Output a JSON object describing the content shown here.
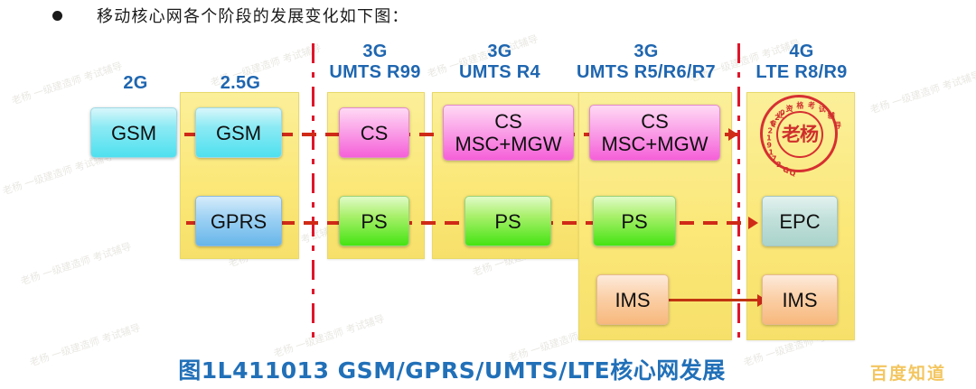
{
  "page": {
    "bullet_text": "移动核心网各个阶段的发展变化如下图：",
    "bullet_marker": "bullet-dot"
  },
  "figure": {
    "caption": "图1L411013 GSM/GPRS/UMTS/LTE核心网发展",
    "watermark_brand": "百度知道",
    "watermark_tile": "老杨 一级建造师 考试辅导",
    "columns": [
      {
        "key": "2g",
        "header_line1": "",
        "header_line2": "2G",
        "has_panel": false,
        "boxes": [
          {
            "key": "gsm",
            "label": "GSM",
            "sub": "",
            "color": "cyan"
          }
        ]
      },
      {
        "key": "2_5g",
        "header_line1": "",
        "header_line2": "2.5G",
        "has_panel": true,
        "boxes": [
          {
            "key": "gsm",
            "label": "GSM",
            "sub": "",
            "color": "cyan"
          },
          {
            "key": "gprs",
            "label": "GPRS",
            "sub": "",
            "color": "blue"
          }
        ]
      },
      {
        "key": "3g_r99",
        "header_line1": "3G",
        "header_line2": "UMTS R99",
        "has_panel": true,
        "boxes": [
          {
            "key": "cs",
            "label": "CS",
            "sub": "",
            "color": "pink"
          },
          {
            "key": "ps",
            "label": "PS",
            "sub": "",
            "color": "green"
          }
        ]
      },
      {
        "key": "3g_r4",
        "header_line1": "3G",
        "header_line2": "UMTS R4",
        "has_panel": true,
        "boxes": [
          {
            "key": "cs",
            "label": "CS",
            "sub": "MSC+MGW",
            "color": "pink"
          },
          {
            "key": "ps",
            "label": "PS",
            "sub": "",
            "color": "green"
          }
        ]
      },
      {
        "key": "3g_r567",
        "header_line1": "3G",
        "header_line2": "UMTS R5/R6/R7",
        "has_panel": true,
        "boxes": [
          {
            "key": "cs",
            "label": "CS",
            "sub": "MSC+MGW",
            "color": "pink"
          },
          {
            "key": "ps",
            "label": "PS",
            "sub": "",
            "color": "green"
          },
          {
            "key": "ims",
            "label": "IMS",
            "sub": "",
            "color": "orange"
          }
        ]
      },
      {
        "key": "4g",
        "header_line1": "4G",
        "header_line2": "LTE R8/R9",
        "has_panel": true,
        "boxes": [
          {
            "key": "epc",
            "label": "EPC",
            "sub": "",
            "color": "teal"
          },
          {
            "key": "ims",
            "label": "IMS",
            "sub": "",
            "color": "orange"
          }
        ]
      }
    ],
    "seal": {
      "center_text": "老杨",
      "arc_top_text": "专业资格考试辅导",
      "arc_bottom_text": "QQ 271912620"
    },
    "colors": {
      "header_blue": "#1f66b0",
      "caption_blue": "#2170b8",
      "panel_yellow": "#fbe879",
      "flow_red": "#cf2a17",
      "separator_red": "#e0152a",
      "brand_gold": "#f3c660",
      "seal_red": "#cc1f24"
    }
  }
}
